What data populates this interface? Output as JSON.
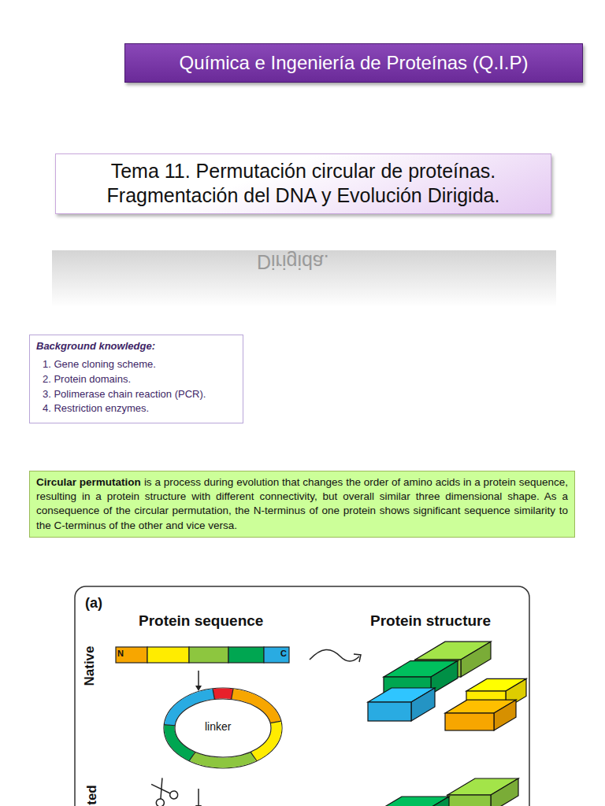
{
  "diagram": {
    "title": "Química e Ingeniería de Proteínas (Q.I.P)",
    "nodes": [
      {
        "text": [
          "Tema 11. Permutación circular de proteínas. Fragmentación del DNA y Evolución Dirigida."
        ]
      },
      {
        "text": [
          "Background knowledge:",
          "1. Gene cloning scheme.",
          "2. Protein domains.",
          "3. Polimerase chain reaction (PCR).",
          "4. Restriction enzymes."
        ]
      },
      {
        "text": [
          "Circular permutation",
          "is a process during evolution that changes the order of amino acids in a protein sequence, resulting in a protein structure with different connectivity, but overall similar three dimensional shape. As a consequence of the circular permutation, the N-terminus of one protein shows significant sequence similarity to the C-terminus of the other and vice versa."
        ]
      }
    ],
    "labels": [
      "Dirigida.",
      "(a)",
      "Protein sequence",
      "Protein structure",
      "Native",
      "N",
      "C",
      "linker",
      "ted"
    ]
  }
}
